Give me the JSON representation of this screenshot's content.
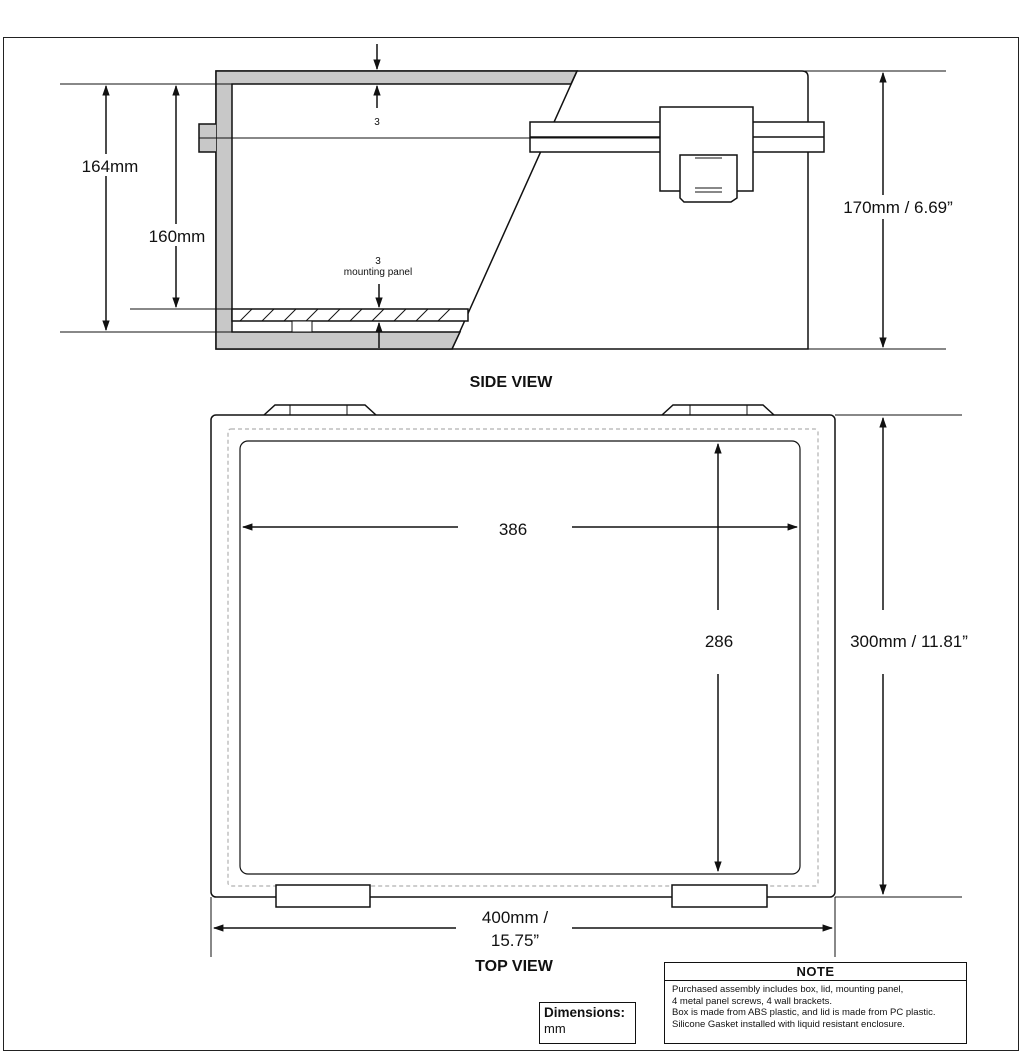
{
  "side_view": {
    "title": "SIDE VIEW",
    "dim_164": "164mm",
    "dim_160": "160mm",
    "dim_170": "170mm / 6.69”",
    "wall_top": "3",
    "wall_bottom": "3",
    "mounting_panel": "mounting panel"
  },
  "top_view": {
    "title": "TOP VIEW",
    "dim_386": "386",
    "dim_286": "286",
    "dim_300": "300mm / 11.81”",
    "dim_400_line1": "400mm /",
    "dim_400_line2": "15.75”"
  },
  "note": {
    "title": "NOTE",
    "lines": [
      "Purchased assembly includes box, lid, mounting panel,",
      "4 metal panel screws, 4 wall brackets.",
      "Box is made from ABS plastic, and lid is made from PC plastic.",
      "Silicone Gasket installed with liquid resistant enclosure."
    ]
  },
  "dimensions": {
    "title": "Dimensions:",
    "unit": "mm"
  },
  "colors": {
    "line": "#111111",
    "wall_fill": "#c8c8c8",
    "gasket": "#b0b0b0"
  }
}
